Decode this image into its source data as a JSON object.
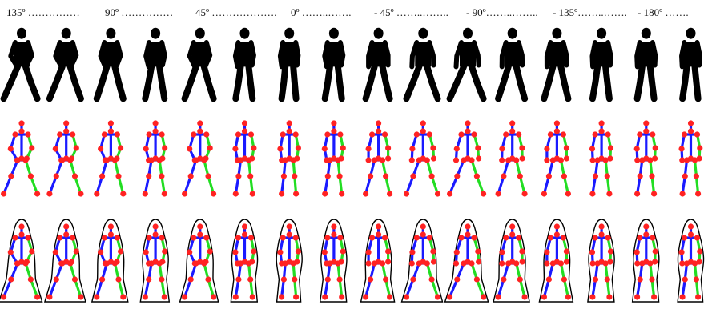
{
  "header": {
    "angle_labels": [
      "135º ……………",
      "90º ……………",
      "45º ……………….",
      "0º ……..…….",
      "- 45º ……..……..",
      "- 90º……..……..",
      "- 135º……..…….",
      "- 180º ……."
    ]
  },
  "figure_count": 16,
  "colors": {
    "silhouette": "#000000",
    "joint": "#ff2222",
    "bone_primary": "#1a1aff",
    "bone_secondary": "#22dd22",
    "contour": "#000000"
  }
}
